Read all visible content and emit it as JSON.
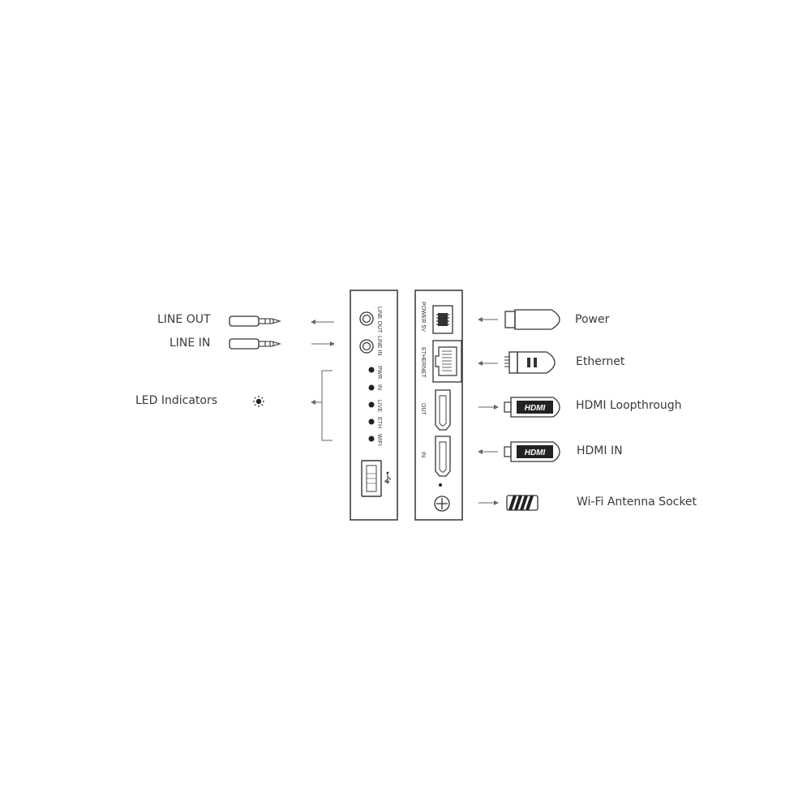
{
  "left_labels": {
    "line_out": "LINE OUT",
    "line_in": "LINE IN",
    "led_indicators": "LED Indicators"
  },
  "right_labels": {
    "power": "Power",
    "ethernet": "Ethernet",
    "hdmi_loopthrough": "HDMI Loopthrough",
    "hdmi_in": "HDMI IN",
    "wifi_antenna": "Wi-Fi Antenna Socket"
  },
  "panel_left": {
    "line_out": "LINE OUT",
    "line_in": "LINE IN",
    "leds": [
      "PWR",
      "IN",
      "LIVE",
      "ETH",
      "WIFI"
    ]
  },
  "panel_right": {
    "power": "POWER 5V",
    "ethernet": "ETHERNET",
    "out": "OUT",
    "in": "IN"
  },
  "connector_text": {
    "hdmi_logo": "HDMI"
  },
  "icons": {
    "line_out_plug": "audio-jack-plug-icon",
    "line_in_plug": "audio-jack-plug-icon",
    "led": "sun-icon",
    "power_plug": "power-plug-icon",
    "ethernet_plug": "ethernet-plug-icon",
    "hdmi_plug": "hdmi-plug-icon",
    "antenna": "antenna-connector-icon",
    "usb": "usb-icon"
  },
  "colors": {
    "stroke": "#333333",
    "arrow": "#666666"
  }
}
